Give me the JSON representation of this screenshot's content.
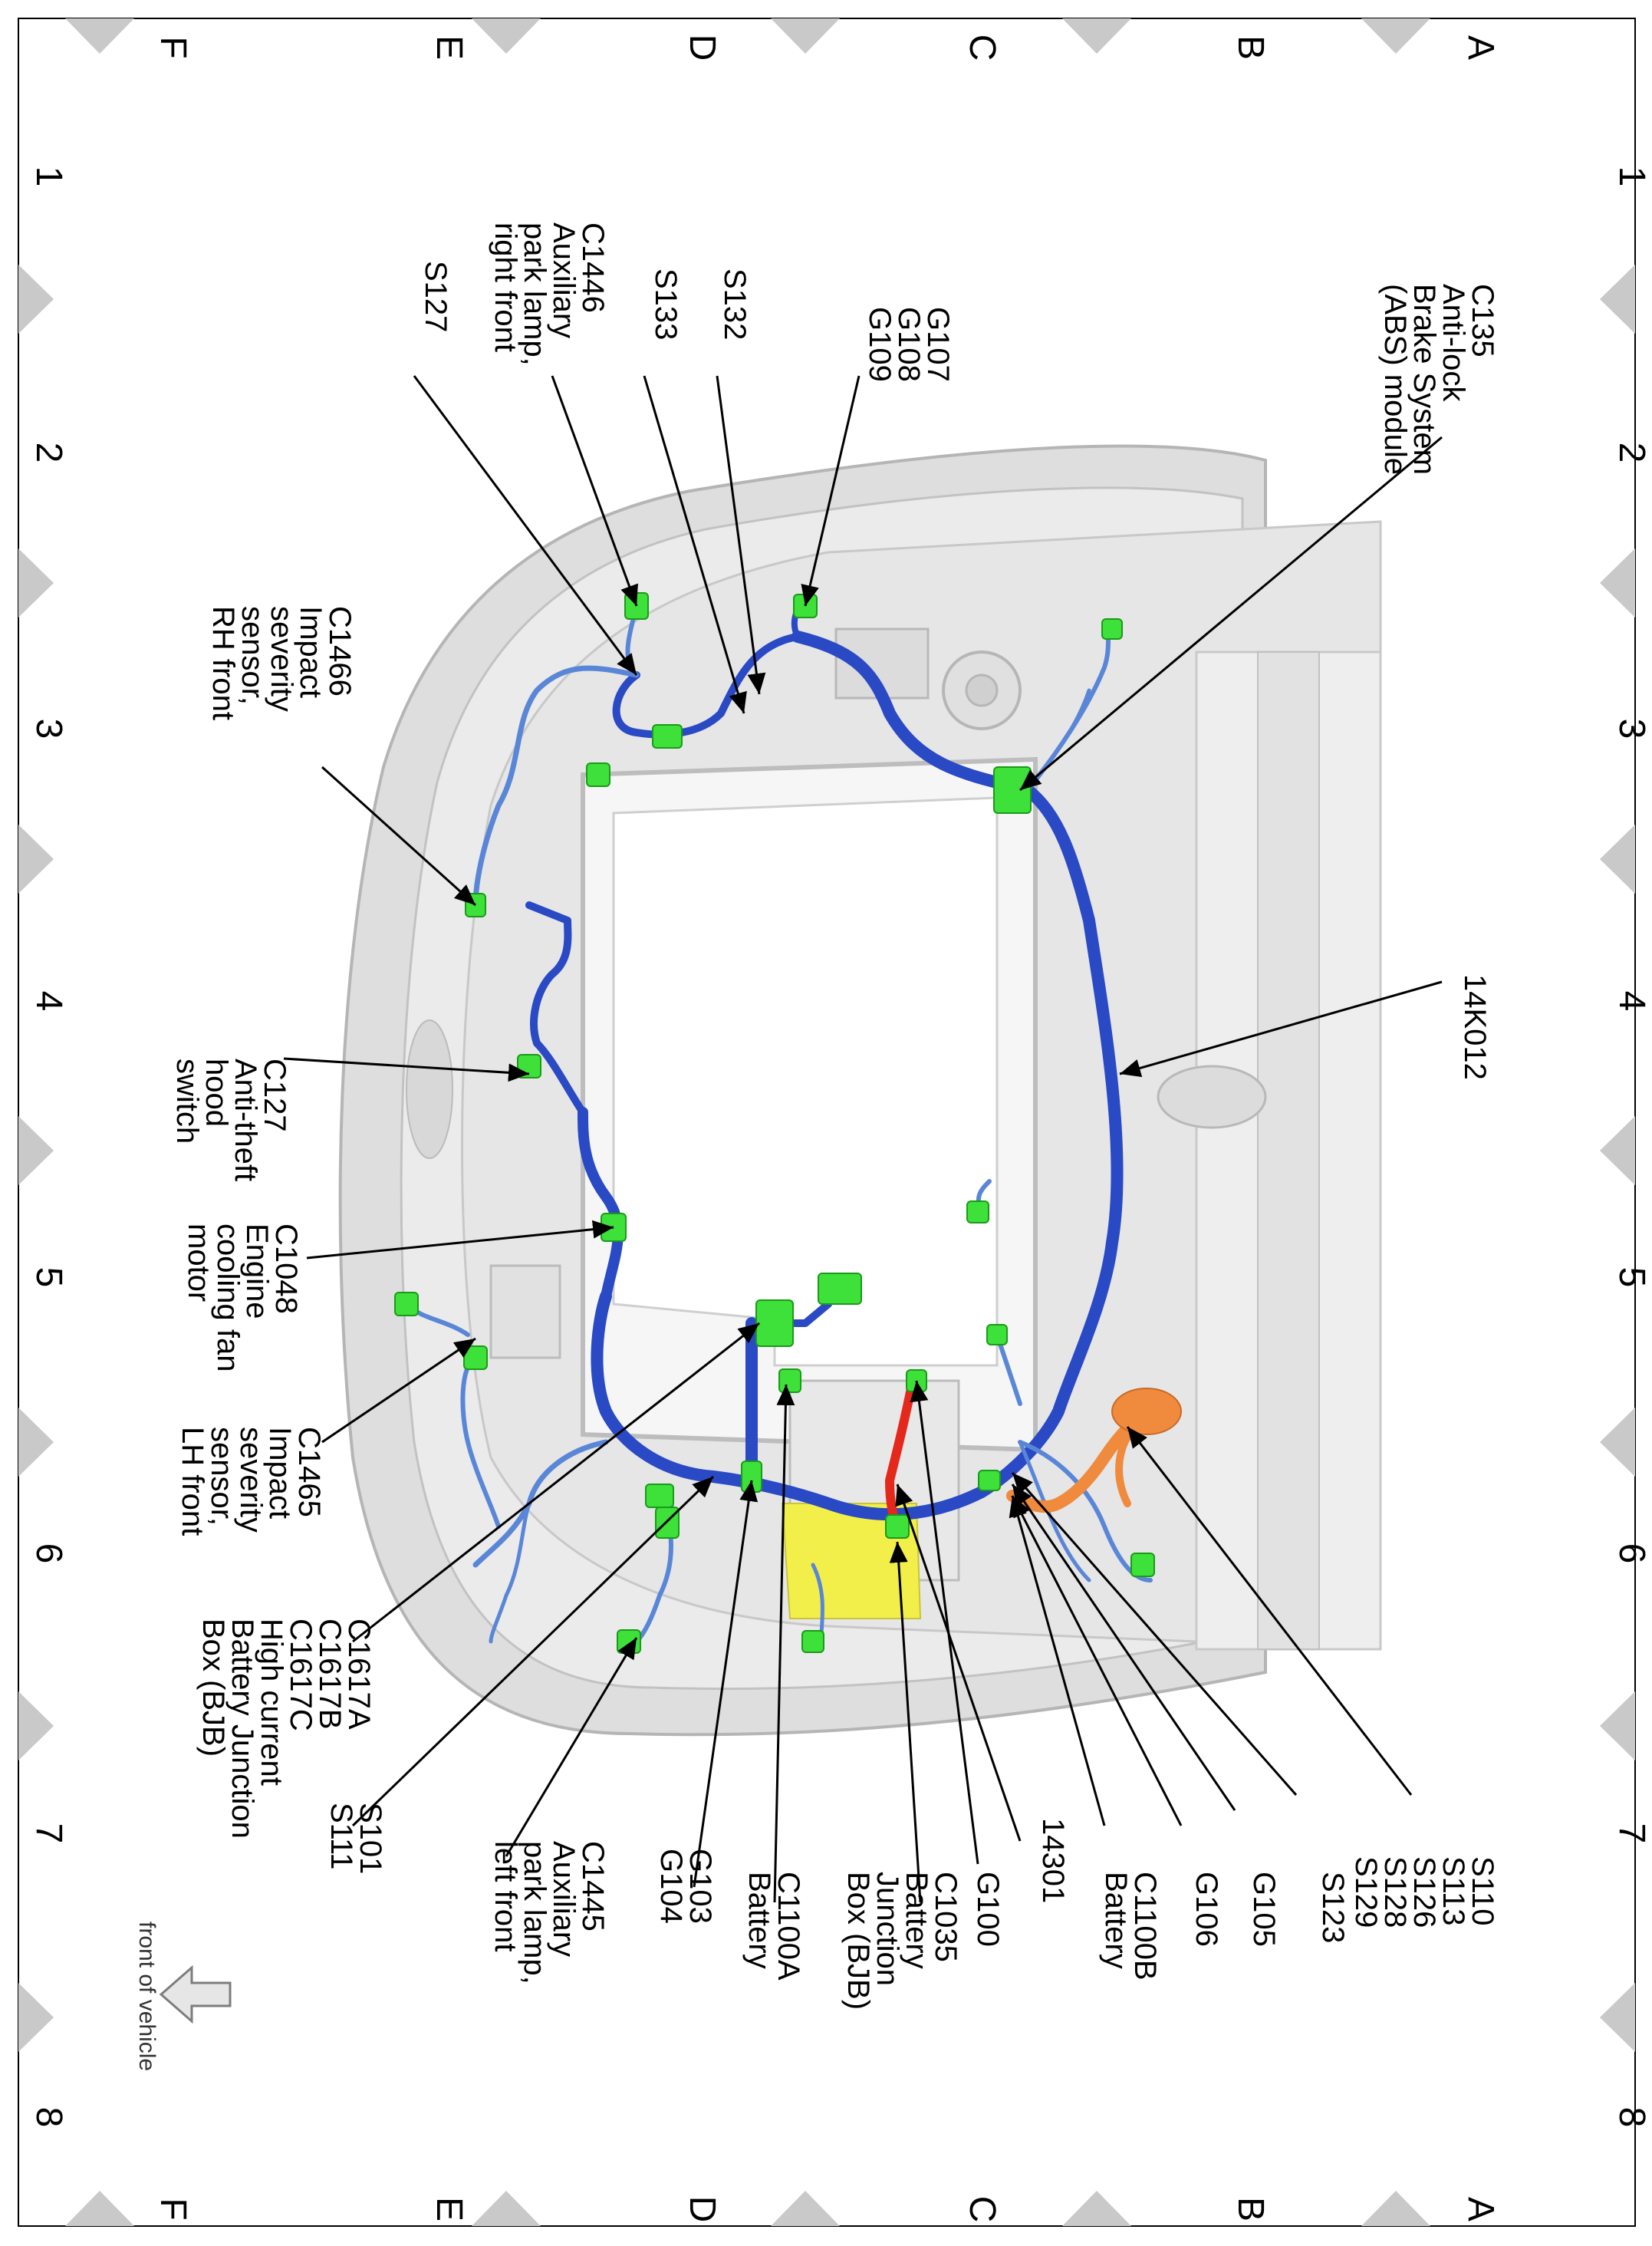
{
  "frame": {
    "row_letters": [
      "A",
      "B",
      "C",
      "D",
      "E",
      "F"
    ],
    "column_numbers": [
      "1",
      "2",
      "3",
      "4",
      "5",
      "6",
      "7",
      "8"
    ]
  },
  "front_of_vehicle": "front of vehicle",
  "callouts": [
    {
      "id": "c135",
      "lines": [
        "C135",
        "Anti-lock",
        "Brake System",
        "(ABS) module"
      ]
    },
    {
      "id": "g107",
      "lines": [
        "G107",
        "G108",
        "G109"
      ]
    },
    {
      "id": "s132",
      "lines": [
        "S132"
      ]
    },
    {
      "id": "s133",
      "lines": [
        "S133"
      ]
    },
    {
      "id": "c1446",
      "lines": [
        "C1446",
        "Auxiliary",
        "park lamp,",
        "right front"
      ]
    },
    {
      "id": "s127",
      "lines": [
        "S127"
      ]
    },
    {
      "id": "c1466",
      "lines": [
        "C1466",
        "Impact",
        "severity",
        "sensor,",
        "RH front"
      ]
    },
    {
      "id": "c127",
      "lines": [
        "C127",
        "Anti-theft",
        "hood",
        "switch"
      ]
    },
    {
      "id": "c1048",
      "lines": [
        "C1048",
        "Engine",
        "cooling fan",
        "motor"
      ]
    },
    {
      "id": "c1465",
      "lines": [
        "C1465",
        "Impact",
        "severity",
        "sensor,",
        "LH front"
      ]
    },
    {
      "id": "c1617",
      "lines": [
        "C1617A",
        "C1617B",
        "C1617C",
        "High current",
        "Battery Junction",
        "Box (BJB)"
      ]
    },
    {
      "id": "s101",
      "lines": [
        "S101",
        "S111"
      ]
    },
    {
      "id": "c1445",
      "lines": [
        "C1445",
        "Auxiliary",
        "park lamp,",
        "left front"
      ]
    },
    {
      "id": "g103",
      "lines": [
        "G103",
        "G104"
      ]
    },
    {
      "id": "c1100a",
      "lines": [
        "C1100A",
        "Battery"
      ]
    },
    {
      "id": "c1035",
      "lines": [
        "C1035",
        "Battery",
        "Junction",
        "Box (BJB)"
      ]
    },
    {
      "id": "g100",
      "lines": [
        "G100"
      ]
    },
    {
      "id": "h14301",
      "lines": [
        "14301"
      ]
    },
    {
      "id": "c1100b",
      "lines": [
        "C1100B",
        "Battery"
      ]
    },
    {
      "id": "g106",
      "lines": [
        "G106"
      ]
    },
    {
      "id": "g105",
      "lines": [
        "G105"
      ]
    },
    {
      "id": "s123",
      "lines": [
        "S123"
      ]
    },
    {
      "id": "s110",
      "lines": [
        "S110",
        "S113",
        "S126",
        "S128",
        "S129"
      ]
    },
    {
      "id": "h14k012",
      "lines": [
        "14K012"
      ]
    }
  ],
  "colors": {
    "harness_main": "#2a49c4",
    "harness_branch": "#5a86d8",
    "connector": "#3ee03a",
    "battery_cable": "#e4281c",
    "battery_body": "#f2ef4a",
    "engine_harness": "#f08a3c",
    "body_panel": "#d8d8d8",
    "frame_triangle": "#c9c9c9"
  }
}
